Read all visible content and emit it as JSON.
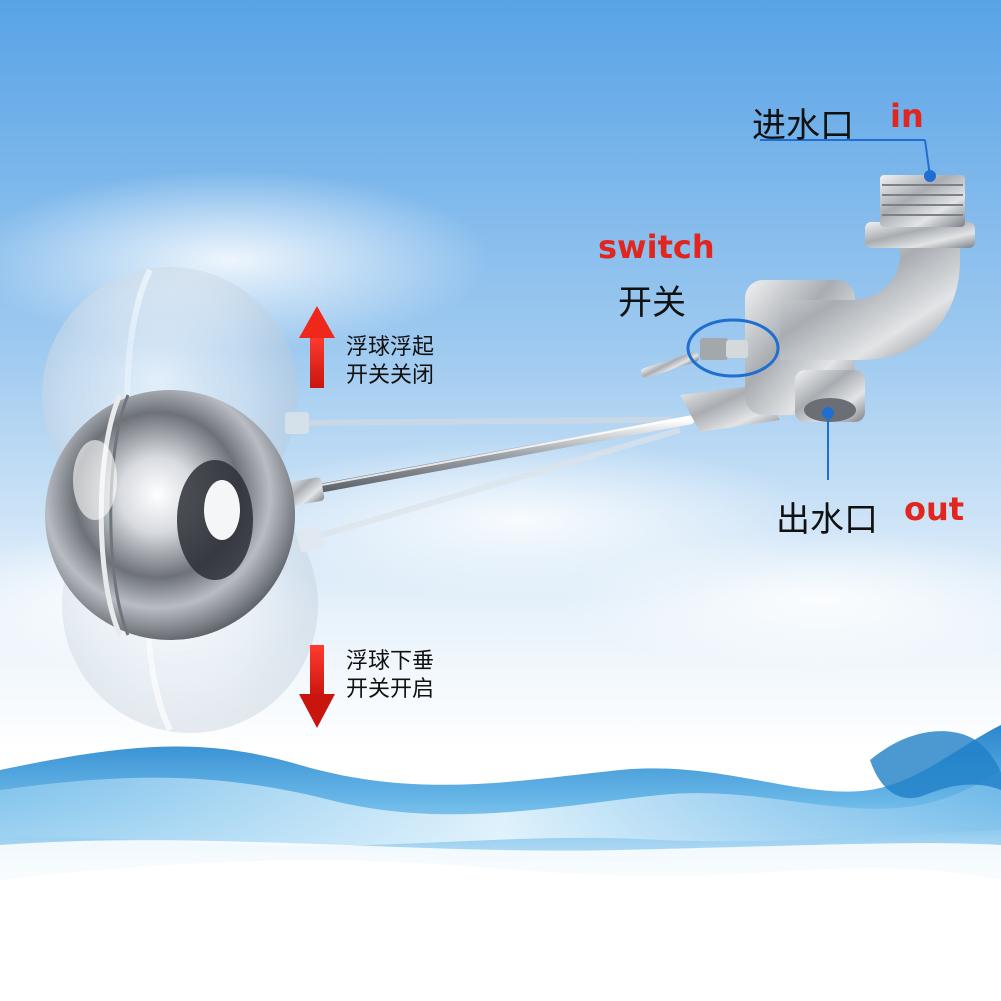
{
  "labels": {
    "inlet_cn": "进水口",
    "inlet_en": "in",
    "switch_en": "switch",
    "switch_cn": "开关",
    "outlet_cn": "出水口",
    "outlet_en": "out",
    "float_up_line1": "浮球浮起",
    "float_up_line2": "开关关闭",
    "float_down_line1": "浮球下垂",
    "float_down_line2": "开关开启"
  },
  "colors": {
    "accent_red": "#e0261e",
    "marker_blue": "#1f6fd1",
    "sky_top": "#5fa8e8",
    "sky_bottom": "#ffffff",
    "water": "#3a95d6"
  },
  "icons": {
    "up_arrow": "arrow-up-icon",
    "down_arrow": "arrow-down-icon"
  }
}
